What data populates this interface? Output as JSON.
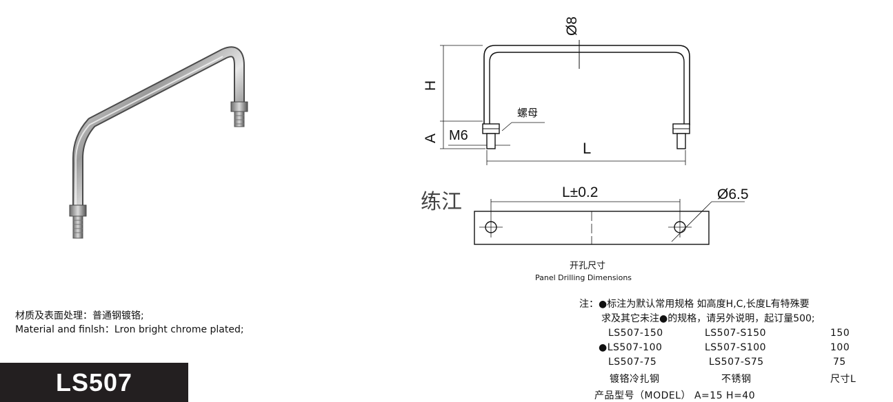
{
  "drawing": {
    "dim_diameter": "Ø8",
    "dim_height": "H",
    "dim_a": "A",
    "dim_thread": "M6",
    "dim_length": "L",
    "nut_label": "螺母"
  },
  "panel": {
    "tolerance_label": "L±0.2",
    "hole_diameter": "Ø6.5",
    "caption_cn": "开孔尺寸",
    "caption_en": "Panel Drilling Dimensions"
  },
  "watermark": "练江",
  "material": {
    "cn": "材质及表面处理：普通钢镀铬;",
    "en": "Material and finlsh：Lron bright chrome plated;"
  },
  "model_badge": "LS507",
  "notes": {
    "line1": "注：●标注为默认常用规格 如高度H,C,长度L有特殊要",
    "line2": "求及其它未注●的规格，请另外说明，起订量500;"
  },
  "spec_table": {
    "rows": [
      {
        "steel": "LS507-150",
        "stainless": "LS507-S150",
        "length": "150"
      },
      {
        "steel": "●LS507-100",
        "stainless": "LS507-S100",
        "length": "100"
      },
      {
        "steel": "LS507-75",
        "stainless": "LS507-S75",
        "length": "75"
      }
    ],
    "headers": {
      "steel": "镀铬冷扎钢",
      "stainless": "不锈钢",
      "length": "尺寸L"
    },
    "footer": "产品型号（MODEL） A=15  H=40"
  }
}
